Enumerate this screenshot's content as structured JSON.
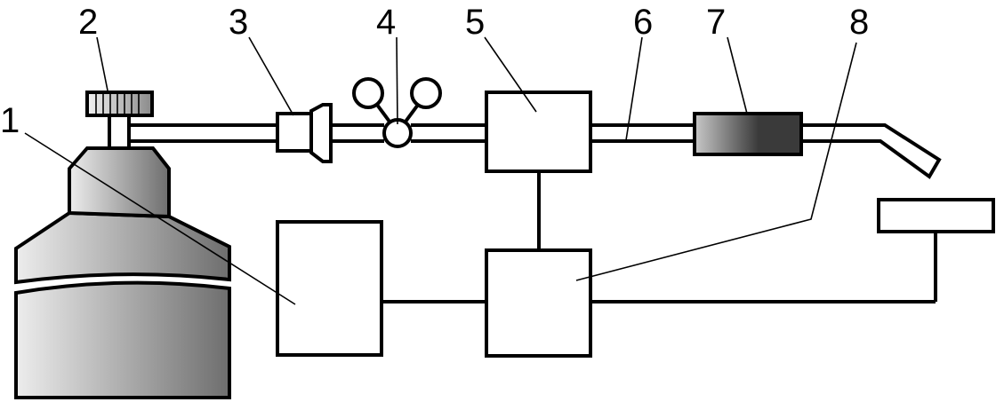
{
  "labels": [
    {
      "id": "1",
      "text": "1"
    },
    {
      "id": "2",
      "text": "2"
    },
    {
      "id": "3",
      "text": "3"
    },
    {
      "id": "4",
      "text": "4"
    },
    {
      "id": "5",
      "text": "5"
    },
    {
      "id": "6",
      "text": "6"
    },
    {
      "id": "7",
      "text": "7"
    },
    {
      "id": "8",
      "text": "8"
    }
  ],
  "colors": {
    "ink": "#000000",
    "background": "#ffffff",
    "cylinder_light": "#ededed",
    "cylinder_dark": "#6e6e6e",
    "filter_light": "#c8c8c8",
    "filter_dark": "#3a3a3a"
  }
}
